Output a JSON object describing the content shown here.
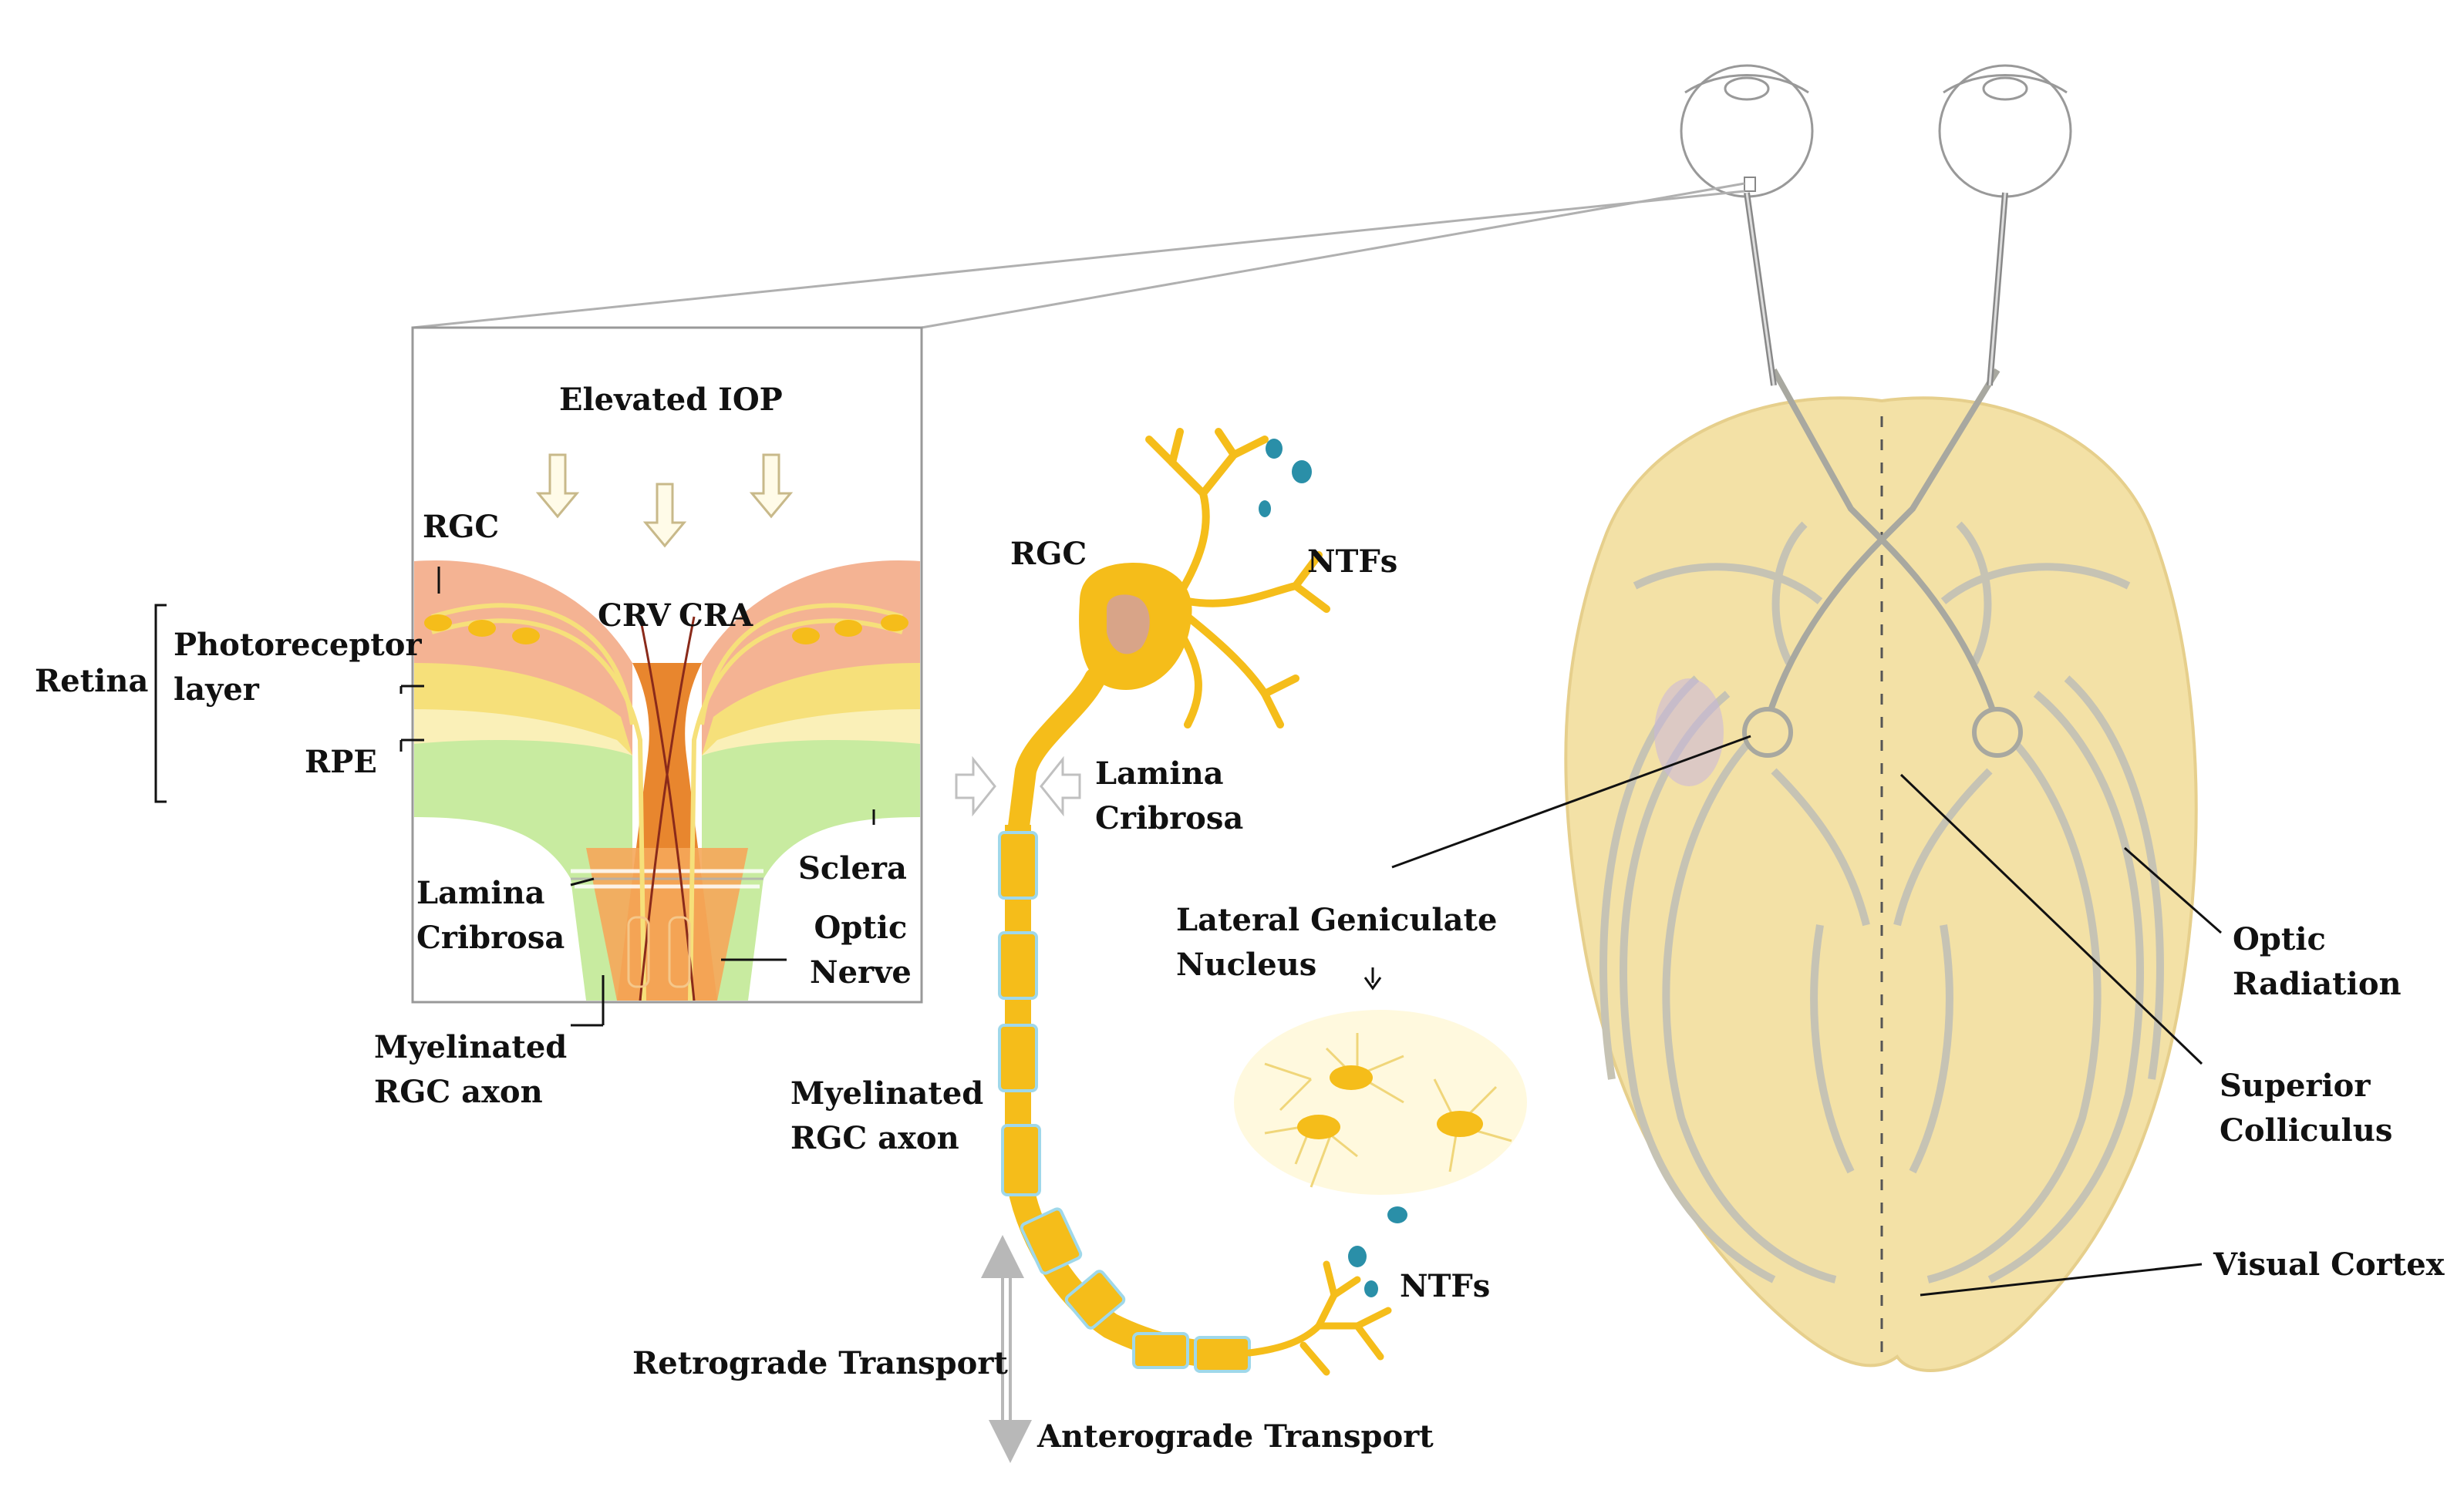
{
  "labels": {
    "elevated_iop": "Elevated IOP",
    "rgc_inset": "RGC",
    "crv": "CRV",
    "cra": "CRA",
    "retina": "Retina",
    "photoreceptor_line1": "Photoreceptor",
    "photoreceptor_line2": "layer",
    "rpe": "RPE",
    "lamina_inset_line1": "Lamina",
    "lamina_inset_line2": "Cribrosa",
    "sclera": "Sclera",
    "optic_nerve_line1": "Optic",
    "optic_nerve_line2": "Nerve",
    "myelinated_inset_line1": "Myelinated",
    "myelinated_inset_line2": "RGC axon",
    "rgc_neuron": "RGC",
    "ntfs_top": "NTFs",
    "lamina_mid_line1": "Lamina",
    "lamina_mid_line2": "Cribrosa",
    "lgn_line1": "Lateral Geniculate",
    "lgn_line2": "Nucleus",
    "myelinated_mid_line1": "Myelinated",
    "myelinated_mid_line2": "RGC axon",
    "ntfs_bottom": "NTFs",
    "retrograde": "Retrograde Transport",
    "anterograde": "Anterograde Transport",
    "optic_radiation_line1": "Optic",
    "optic_radiation_line2": "Radiation",
    "superior_colliculus_line1": "Superior",
    "superior_colliculus_line2": "Colliculus",
    "visual_cortex": "Visual Cortex"
  },
  "colors": {
    "brain_fill": "#f3e1a6",
    "brain_vessels": "#b9b7aa",
    "retina_outer": "#f4b393",
    "retina_yellow": "#f6e07a",
    "rpe_band": "#faf0b8",
    "sclera_green": "#c8eba0",
    "optic_nerve": "#e8862e",
    "axon_yellow": "#f5bd1a",
    "myelin_blue": "#9fd8ea",
    "ntf_dots": "#2a8fa8",
    "soma_nucleus": "#d8a488",
    "lgn_glow": "#fff4c0"
  }
}
